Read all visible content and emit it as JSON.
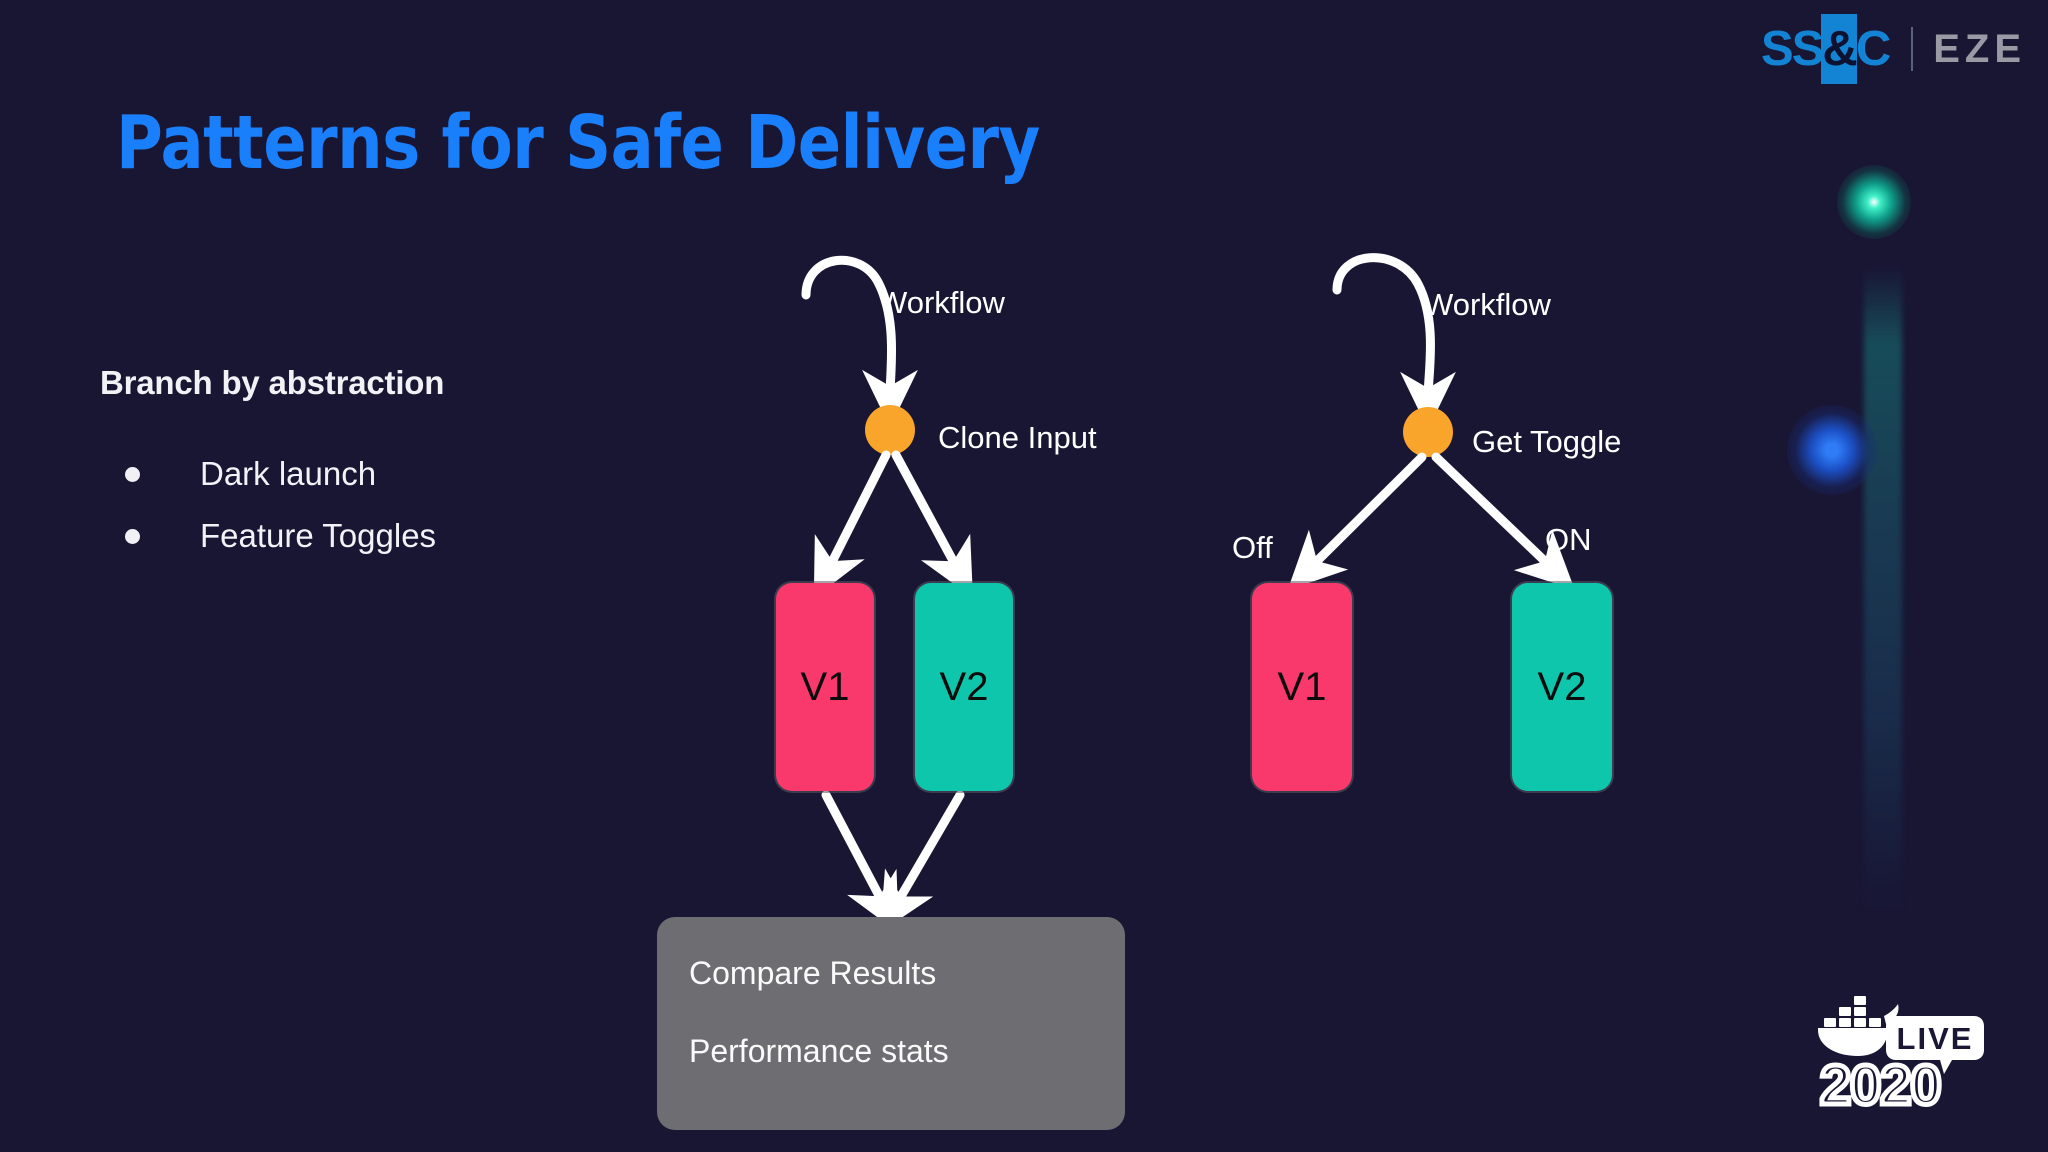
{
  "slide": {
    "title": "Patterns for Safe Delivery",
    "background_color": "#191634",
    "title_color": "#1a7ffb"
  },
  "brand": {
    "ssc_prefix": "SS",
    "ssc_amp": "&",
    "ssc_suffix": "C",
    "product": "EZE",
    "ssc_blue": "#1383d4",
    "eze_gray": "#9a9aa4"
  },
  "content": {
    "lead_heading": "Branch by abstraction",
    "bullets": [
      {
        "label": "Dark launch"
      },
      {
        "label": "Feature Toggles"
      }
    ]
  },
  "diagram_left": {
    "entry_label": "Workflow",
    "decision_label": "Clone Input",
    "branches": [
      {
        "label": "V1",
        "color": "#f9386c"
      },
      {
        "label": "V2",
        "color": "#0ec6ac"
      }
    ],
    "result_box": {
      "line1": "Compare Results",
      "line2": "Performance stats",
      "color": "#6e6e72"
    },
    "node_color": "#f9a42b"
  },
  "diagram_right": {
    "entry_label": "Workflow",
    "decision_label": "Get Toggle",
    "edge_left_label": "Off",
    "edge_right_label": "ON",
    "branches": [
      {
        "label": "V1",
        "color": "#f9386c"
      },
      {
        "label": "V2",
        "color": "#0ec6ac"
      }
    ],
    "node_color": "#f9a42b"
  },
  "footer_logo": {
    "live_text": "LIVE",
    "year_text": "2020",
    "name": "docker-live-2020-logo"
  },
  "decor": {
    "teal_dot_color": "#3ff0c8",
    "blue_dot_color": "#2f7cf6",
    "light_bar_color": "#175660"
  }
}
